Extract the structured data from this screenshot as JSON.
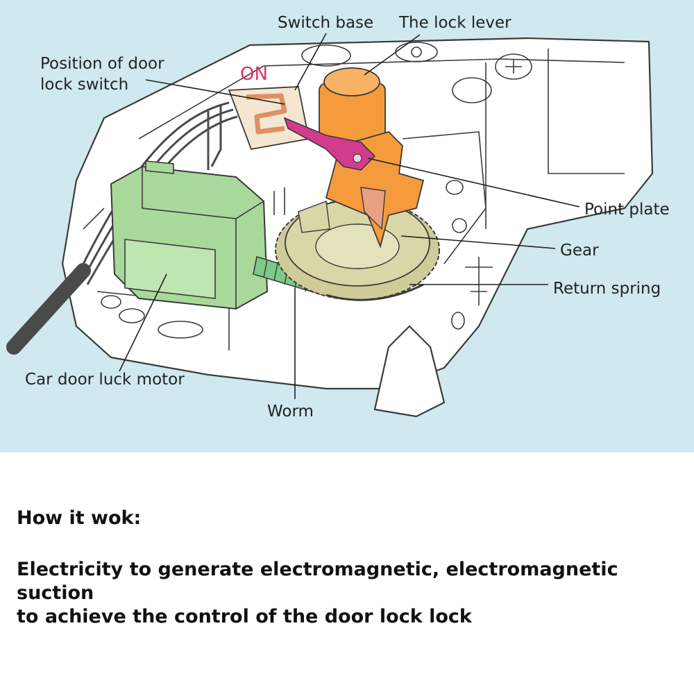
{
  "labels": {
    "switch_base": "Switch base",
    "lock_lever": "The lock lever",
    "position_line1": "Position of door",
    "position_line2": "lock switch",
    "on": "ON",
    "point_plate": "Point plate",
    "gear": "Gear",
    "return_spring": "Return spring",
    "motor": "Car door luck motor",
    "worm": "Worm"
  },
  "caption": {
    "heading": "How it wok:",
    "line1": "Electricity to generate electromagnetic, electromagnetic suction",
    "line2": "to achieve the control of the door lock lock"
  },
  "colors": {
    "background": "#cfe9ee",
    "motor": "#a8d89a",
    "lever": "#f59b3c",
    "point_plate": "#d23c8c",
    "gear": "#d9d6a8",
    "worm": "#7cc98a",
    "on_text": "#e0306a",
    "switch_base": "#f5e6d2"
  }
}
